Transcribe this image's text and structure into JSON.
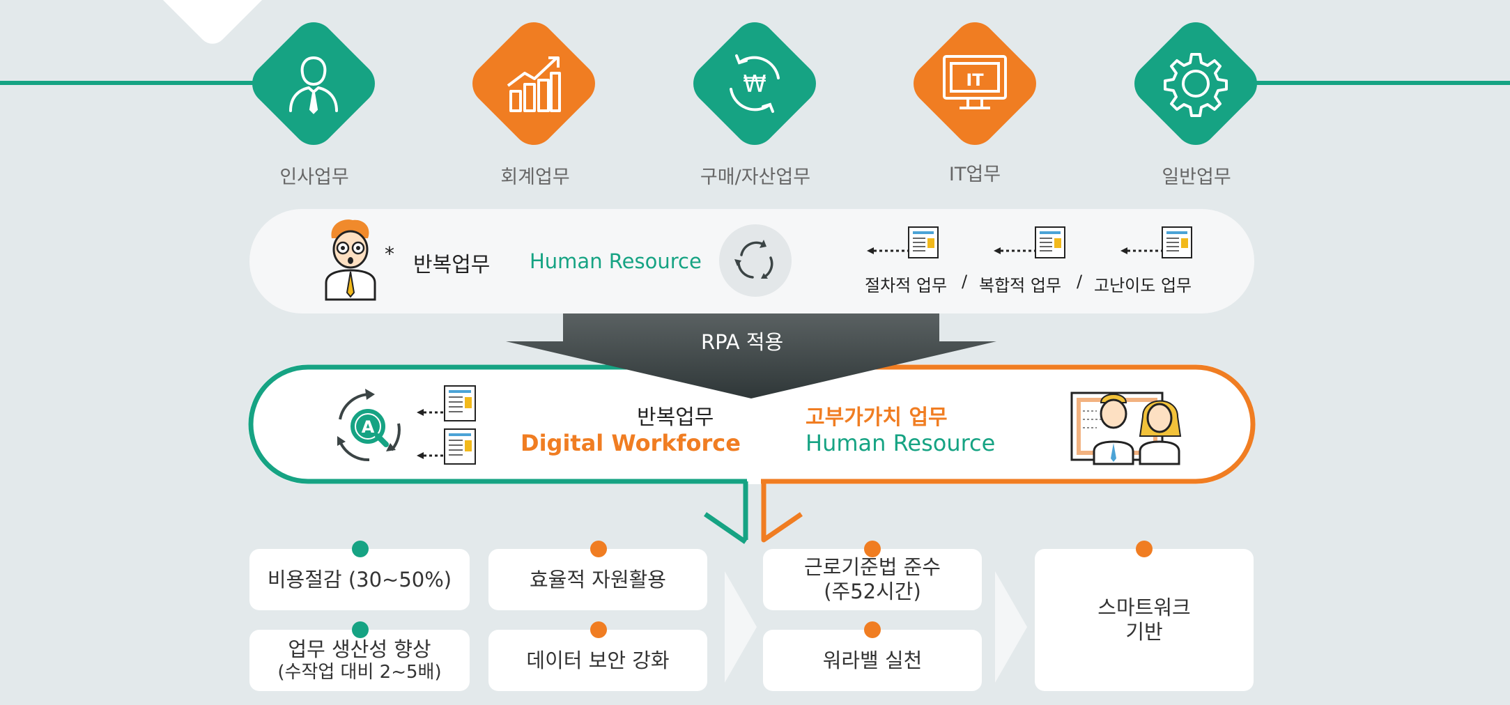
{
  "colors": {
    "green": "#16a383",
    "orange": "#f07d22",
    "dark": "#3b4445",
    "bg": "#e3e9eb"
  },
  "categories": [
    {
      "label": "인사업무",
      "icon": "person-tie-icon",
      "color": "green"
    },
    {
      "label": "회계업무",
      "icon": "bar-chart-growth-icon",
      "color": "orange"
    },
    {
      "label": "구매/자산업무",
      "icon": "won-cycle-icon",
      "color": "green"
    },
    {
      "label": "IT업무",
      "icon": "it-monitor-icon",
      "color": "orange"
    },
    {
      "label": "일반업무",
      "icon": "gear-icon",
      "color": "green"
    }
  ],
  "before": {
    "asterisk": "*",
    "repeat_task": "반복업무",
    "human_resource": "Human Resource",
    "task_types": [
      "절차적 업무",
      "복합적 업무",
      "고난이도 업무"
    ],
    "separator": "/"
  },
  "rpa_label": "RPA 적용",
  "after": {
    "left_small": "반복업무",
    "left_big": "Digital Workforce",
    "right_small": "고부가가치 업무",
    "right_big": "Human Resource"
  },
  "benefits": {
    "card1": "비용절감 (30~50%)",
    "card2_line1": "업무 생산성 향상",
    "card2_line2": "(수작업 대비 2~5배)",
    "card3": "효율적 자원활용",
    "card4": "데이터 보안 강화",
    "card5_line1": "근로기준법 준수",
    "card5_line2": "(주52시간)",
    "card6": "워라밸 실천",
    "card7_line1": "스마트워크",
    "card7_line2": "기반"
  }
}
